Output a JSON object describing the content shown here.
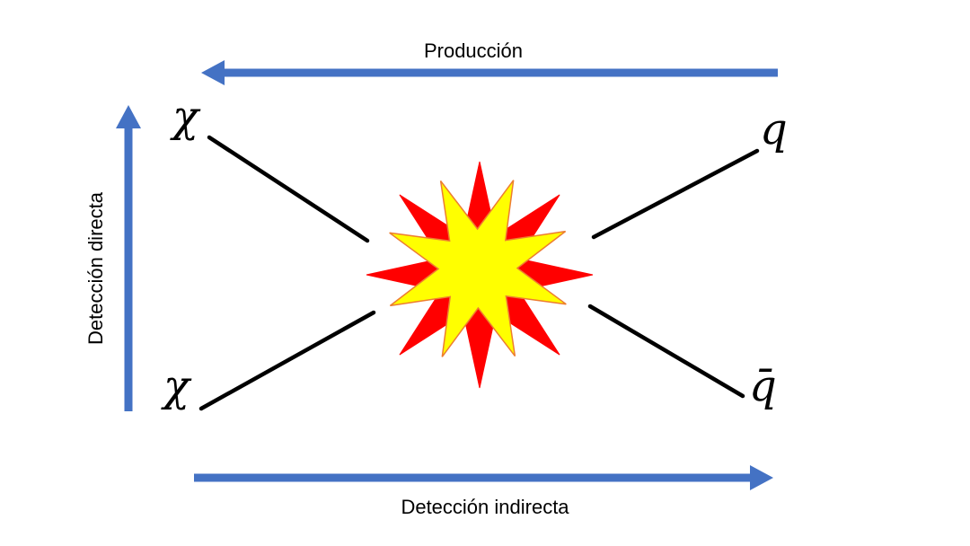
{
  "labels": {
    "production": "Producción",
    "direct_detection": "Detección directa",
    "indirect_detection": "Detección indirecta"
  },
  "particles": {
    "chi_top": "χ",
    "chi_bottom": "χ",
    "quark": "q",
    "antiquark": "q̄"
  },
  "colors": {
    "arrow_blue": "#4472C4",
    "line_black": "#000000",
    "star_red": "#FF0000",
    "star_yellow": "#FFFF00",
    "star_outline": "#ED7D31",
    "text_black": "#000000",
    "background": "#FFFFFF"
  }
}
